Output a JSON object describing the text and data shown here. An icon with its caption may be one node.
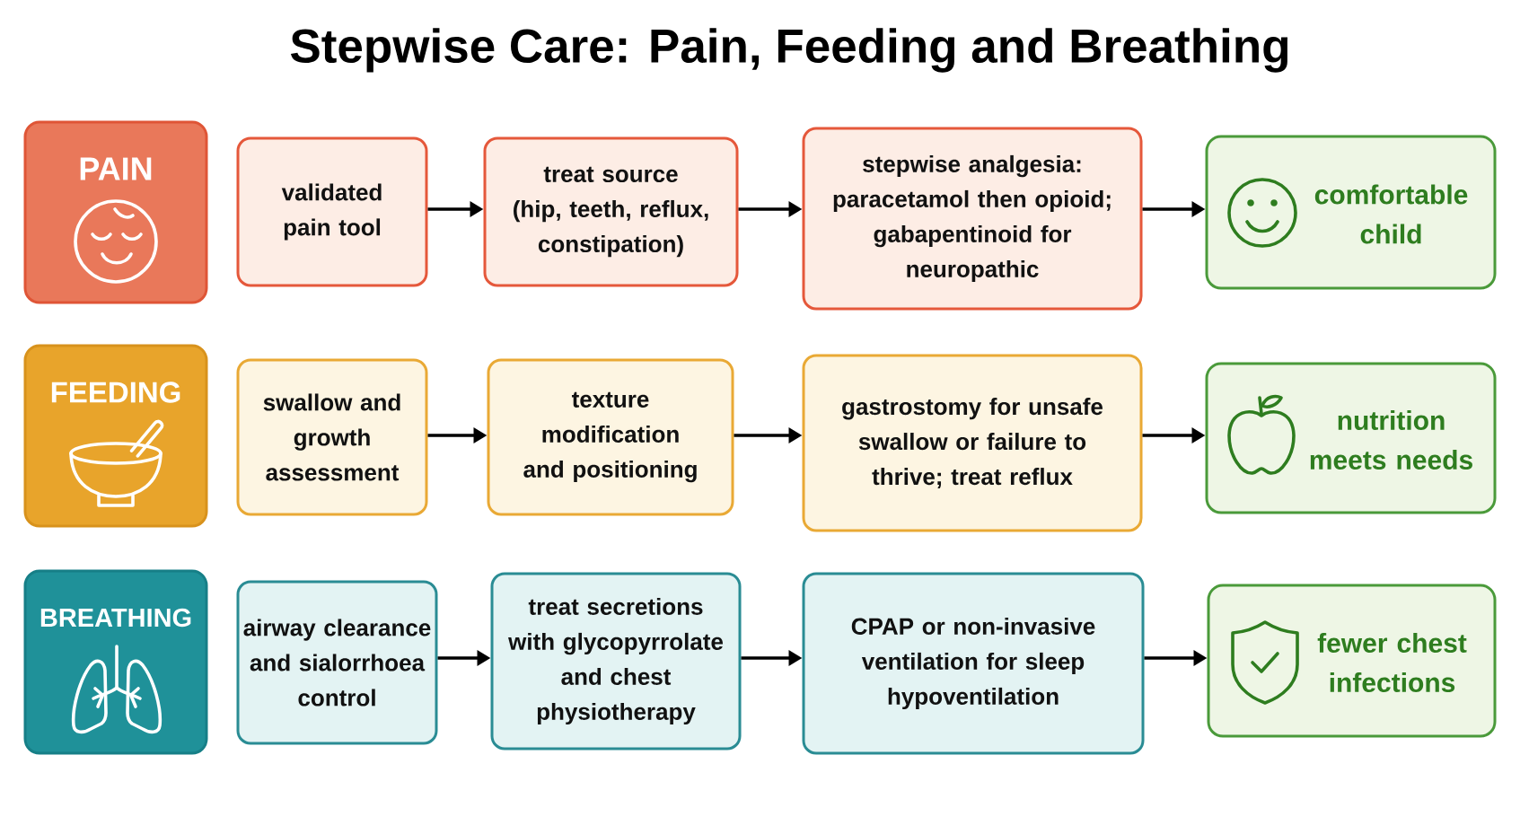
{
  "diagram": {
    "title": "Stepwise Care: Pain, Feeding and Breathing",
    "nodes": [
      {
        "text": [
          "PAIN"
        ]
      },
      {
        "text": [
          "validated pain tool"
        ]
      },
      {
        "text": [
          "treat source (hip, teeth, reflux, constipation)"
        ]
      },
      {
        "text": [
          "stepwise analgesia: paracetamol then opioid; gabapentinoid for neuropathic"
        ]
      },
      {
        "text": [
          "comfortable child"
        ]
      },
      {
        "text": [
          "FEEDING"
        ]
      },
      {
        "text": [
          "swallow and growth assessment"
        ]
      },
      {
        "text": [
          "texture modification and positioning"
        ]
      },
      {
        "text": [
          "gastrostomy for unsafe swallow or failure to thrive; treat reflux"
        ]
      },
      {
        "text": [
          "nutrition meets needs"
        ]
      },
      {
        "text": [
          "BREATHING"
        ]
      },
      {
        "text": [
          "airway clearance and sialorrhoea control"
        ]
      },
      {
        "text": [
          "treat secretions with glycopyrrolate and chest physiotherapy"
        ]
      },
      {
        "text": [
          "CPAP or non-invasive ventilation for sleep hypoventilation"
        ]
      },
      {
        "text": [
          "fewer chest infections"
        ]
      }
    ],
    "edges": [
      {
        "from": 1,
        "to": 2,
        "arrow": "to"
      },
      {
        "from": 2,
        "to": 3,
        "arrow": "to"
      },
      {
        "from": 3,
        "to": 4,
        "arrow": "to"
      },
      {
        "from": 6,
        "to": 7,
        "arrow": "to"
      },
      {
        "from": 7,
        "to": 8,
        "arrow": "to"
      },
      {
        "from": 8,
        "to": 9,
        "arrow": "to"
      },
      {
        "from": 11,
        "to": 12,
        "arrow": "to"
      },
      {
        "from": 12,
        "to": 13,
        "arrow": "to"
      },
      {
        "from": 13,
        "to": 14,
        "arrow": "to"
      }
    ]
  }
}
